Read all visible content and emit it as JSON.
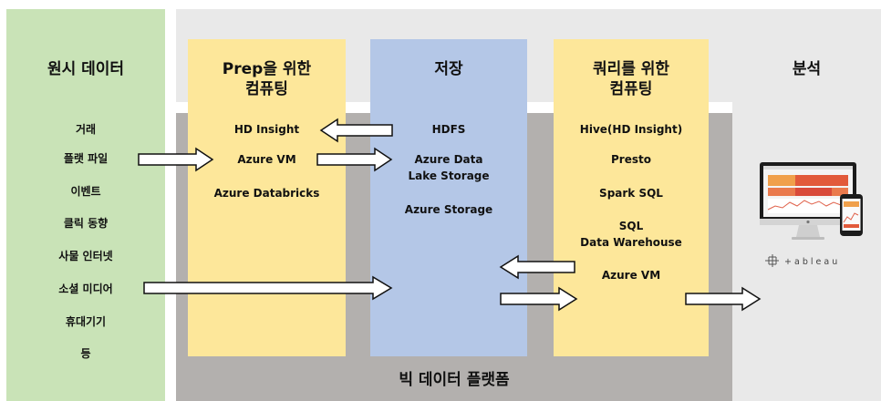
{
  "columns": {
    "raw": {
      "title": "원시 데이터",
      "items": [
        "거래",
        "플랫 파일",
        "이벤트",
        "클릭 동향",
        "사물 인터넷",
        "소셜 미디어",
        "휴대기기",
        "등"
      ]
    },
    "prep": {
      "title_line1": "Prep을 위한",
      "title_line2": "컴퓨팅",
      "items": [
        "HD Insight",
        "Azure VM",
        "Azure Databricks"
      ]
    },
    "storage": {
      "title": "저장",
      "items": [
        "HDFS",
        "Azure Data",
        "Lake Storage",
        "Azure Storage"
      ]
    },
    "query": {
      "title_line1": "쿼리를 위한",
      "title_line2": "컴퓨팅",
      "items": [
        "Hive(HD Insight)",
        "Presto",
        "Spark SQL",
        "SQL",
        "Data Warehouse",
        "Azure VM"
      ]
    },
    "analysis": {
      "title": "분석",
      "logo_text": "+ a b l e a u"
    }
  },
  "platform_label": "빅 데이터 플랫폼",
  "colors": {
    "raw_bg": "#c9e3b7",
    "compute_bg": "#fde79a",
    "storage_bg": "#b4c7e7",
    "platform_bg": "#b3b0ae",
    "outer_bg": "#e9e9e9"
  }
}
